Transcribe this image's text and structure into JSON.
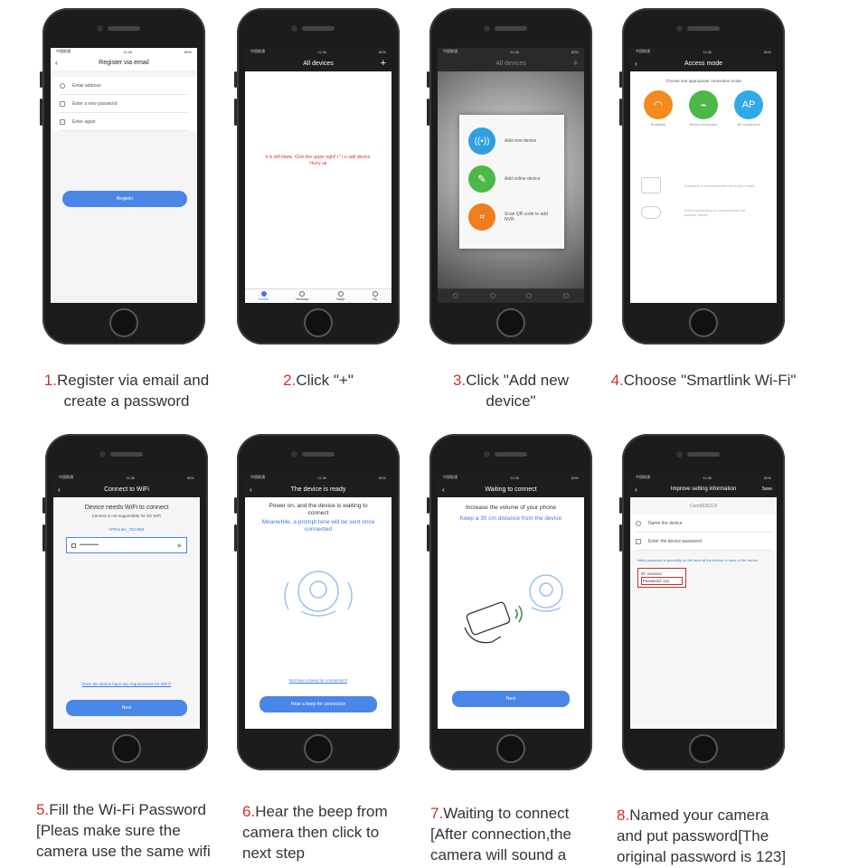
{
  "status": {
    "carrier": "中国联通",
    "time": "11:36",
    "battery": "80%"
  },
  "steps": [
    {
      "num": "1.",
      "caption_lines": [
        "Register via email and",
        "create a password"
      ],
      "nav_title": "Register via email",
      "fields": [
        "Email address",
        "Enter a new password",
        "Enter again"
      ],
      "button": "Register"
    },
    {
      "num": "2.",
      "caption_lines": [
        "Click \"+\""
      ],
      "nav_title": "All devices",
      "blank_msg": "It is still blank. Click the upper right\"+\" t o add device. Hurry up",
      "tabs": [
        "Device",
        "Message",
        "Image",
        "My"
      ]
    },
    {
      "num": "3.",
      "caption_lines": [
        "Click \"Add new",
        "device\""
      ],
      "nav_title": "All devices",
      "menu": [
        "Add new device",
        "Add online device",
        "Scan QR code to add NVR"
      ]
    },
    {
      "num": "4.",
      "caption_lines": [
        "Choose \"Smartlink Wi-Fi\""
      ],
      "nav_title": "Access mode",
      "prompt": "Choose one appropriate connection mode",
      "modes": [
        "Smartlink",
        "Wired connection",
        "AP connection"
      ],
      "ap_label": "AP",
      "notes": [
        "Smartlink is recommended for indoor model",
        "Wired connection is recommended for outdoor model"
      ]
    },
    {
      "num": "5.",
      "caption_lines": [
        "Fill the Wi-Fi Password",
        "[Pleas make sure the",
        "camera use the same wifi"
      ],
      "nav_title": "Connect to WiFi",
      "heading": "Device needs WiFi to connect",
      "sub": "Camera is not supportable for 5G WiFi",
      "ssid": "NTRouter_7DC9E8",
      "password": "••••••••••••",
      "link": "Does the device have any requirements for WiFi?",
      "button": "Next"
    },
    {
      "num": "6.",
      "caption_lines": [
        "Hear the beep from",
        "camera then click to",
        "next step"
      ],
      "nav_title": "The device is ready",
      "heading": "Power on, and the device is waiting to connect",
      "blue": "Meanwhile, a prompt tone will be sent once connected",
      "link": "Not hear a beep for connection?",
      "button": "Hear a beep for connection"
    },
    {
      "num": "7.",
      "caption_lines": [
        "Waiting to connect",
        "[After connection,the",
        "camera will sound a"
      ],
      "nav_title": "Waiting to connect",
      "heading": "Increase the volume of your phone",
      "blue": "Keep a 30 cm distance from the device",
      "button": "Next"
    },
    {
      "num": "8.",
      "caption_lines": [
        "Named your camera",
        "and put password[The",
        "original password is 123]"
      ],
      "nav_title": "Improve setting information",
      "save": "Save",
      "device_id": "Cam6836319",
      "fields": [
        "Name the device",
        "Enter the device password"
      ],
      "hint": "Initial password is generally on the label at the bottom or back of the device",
      "label_id": "ID: xxxxxxx",
      "label_pw": "Password: xxx"
    }
  ]
}
